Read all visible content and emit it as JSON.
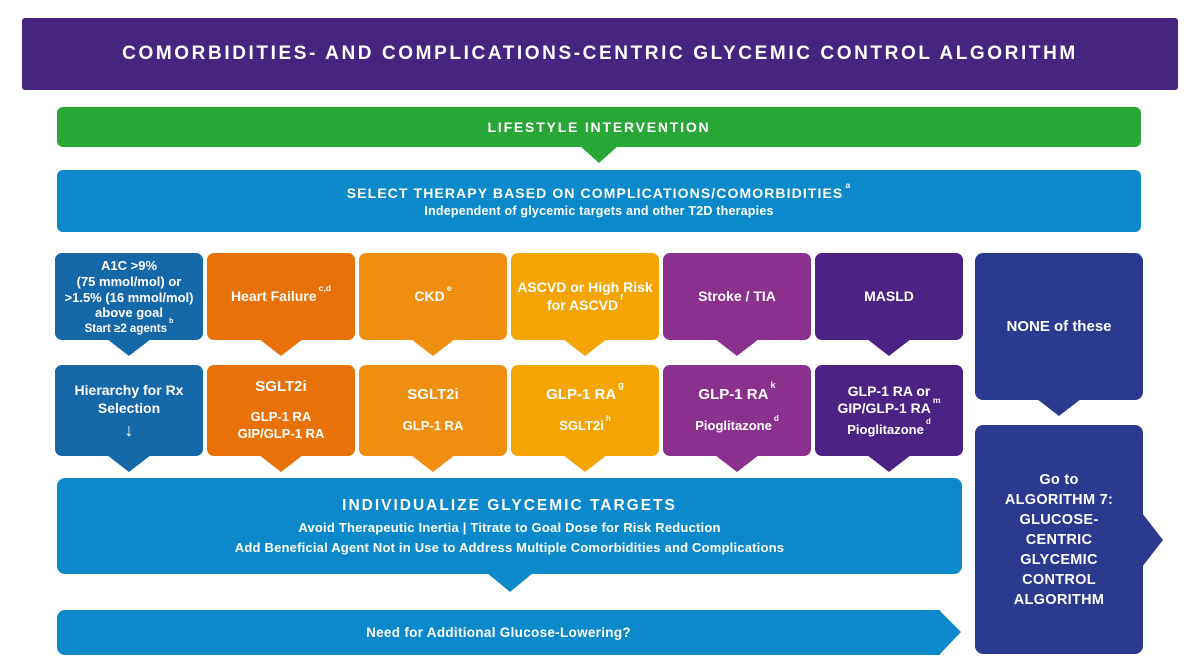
{
  "header": {
    "title": "COMORBIDITIES- AND COMPLICATIONS-CENTRIC GLYCEMIC CONTROL ALGORITHM"
  },
  "lifestyle": {
    "label": "LIFESTYLE INTERVENTION"
  },
  "select_therapy": {
    "title": "SELECT THERAPY BASED ON COMPLICATIONS/COMORBIDITIES",
    "title_sup": "a",
    "subtitle": "Independent of glycemic targets and other T2D therapies"
  },
  "columns": [
    {
      "condition": {
        "text": "A1C >9%\n(75 mmol/mol) or\n>1.5% (16 mmol/mol)\nabove goal",
        "note": "Start ≥2 agents",
        "note_sup": "b"
      },
      "therapy": {
        "primary": "Hierarchy for Rx\nSelection",
        "arrow": "↓"
      }
    },
    {
      "condition": {
        "text": "Heart Failure",
        "sup": "c,d"
      },
      "therapy": {
        "primary": "SGLT2i",
        "secondary": "GLP-1 RA\nGIP/GLP-1 RA"
      }
    },
    {
      "condition": {
        "text": "CKD",
        "sup": "e"
      },
      "therapy": {
        "primary": "SGLT2i",
        "secondary": "GLP-1 RA"
      }
    },
    {
      "condition": {
        "text": "ASCVD or High Risk\nfor ASCVD",
        "sup": "f"
      },
      "therapy": {
        "primary": "GLP-1 RA",
        "primary_sup": "g",
        "secondary": "SGLT2i",
        "secondary_sup": "h"
      }
    },
    {
      "condition": {
        "text": "Stroke / TIA"
      },
      "therapy": {
        "primary": "GLP-1 RA",
        "primary_sup": "k",
        "secondary": "Pioglitazone",
        "secondary_sup": "d"
      }
    },
    {
      "condition": {
        "text": "MASLD"
      },
      "therapy": {
        "primary": "GLP-1 RA or\nGIP/GLP-1 RA",
        "primary_sup": "m",
        "secondary": "Pioglitazone",
        "secondary_sup": "d"
      }
    }
  ],
  "none_box": {
    "label": "NONE of these"
  },
  "individualize": {
    "title": "INDIVIDUALIZE GLYCEMIC TARGETS",
    "line1": "Avoid Therapeutic Inertia  |  Titrate to Goal Dose for Risk Reduction",
    "line2": "Add Beneficial Agent Not in Use to Address Multiple Comorbidities and Complications"
  },
  "need_more": {
    "label": "Need for Additional Glucose-Lowering?"
  },
  "goto_box": {
    "text": "Go to\nALGORITHM 7:\nGLUCOSE-\nCENTRIC\nGLYCEMIC\nCONTROL\nALGORITHM"
  },
  "colors": {
    "header_purple": "#452580",
    "green": "#28A737",
    "bright_blue": "#0B89CB",
    "dark_blue": "#1568A7",
    "orange": "#E87208",
    "light_orange": "#EF8E0F",
    "amber": "#F5A503",
    "purple": "#8C3090",
    "dark_purple": "#4A2384",
    "navy": "#2B3A8F"
  }
}
